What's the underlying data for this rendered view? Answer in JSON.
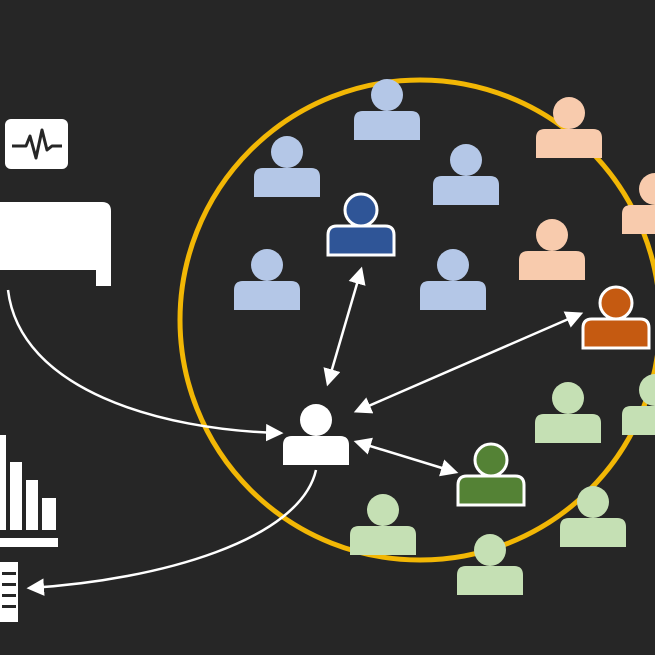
{
  "colors": {
    "background": "#262626",
    "ring": "#F2B705",
    "connector": "#FFFFFF",
    "center_person": "#FFFFFF",
    "blue_light": "#B4C7E7",
    "blue_dark": "#2F5597",
    "orange_light": "#F8CBAD",
    "orange_dark": "#C55A11",
    "green_light": "#C5E0B4",
    "green_dark": "#548235"
  },
  "icons": {
    "monitor": "heartbeat-monitor-icon",
    "bed": "hospital-bed-icon",
    "chart": "bar-chart-icon",
    "document": "document-icon",
    "person": "person-icon"
  },
  "groups": [
    {
      "name": "blue-cluster",
      "highlight": "blue_dark",
      "members": "blue_light"
    },
    {
      "name": "orange-cluster",
      "highlight": "orange_dark",
      "members": "orange_light"
    },
    {
      "name": "green-cluster",
      "highlight": "green_dark",
      "members": "green_light"
    }
  ]
}
